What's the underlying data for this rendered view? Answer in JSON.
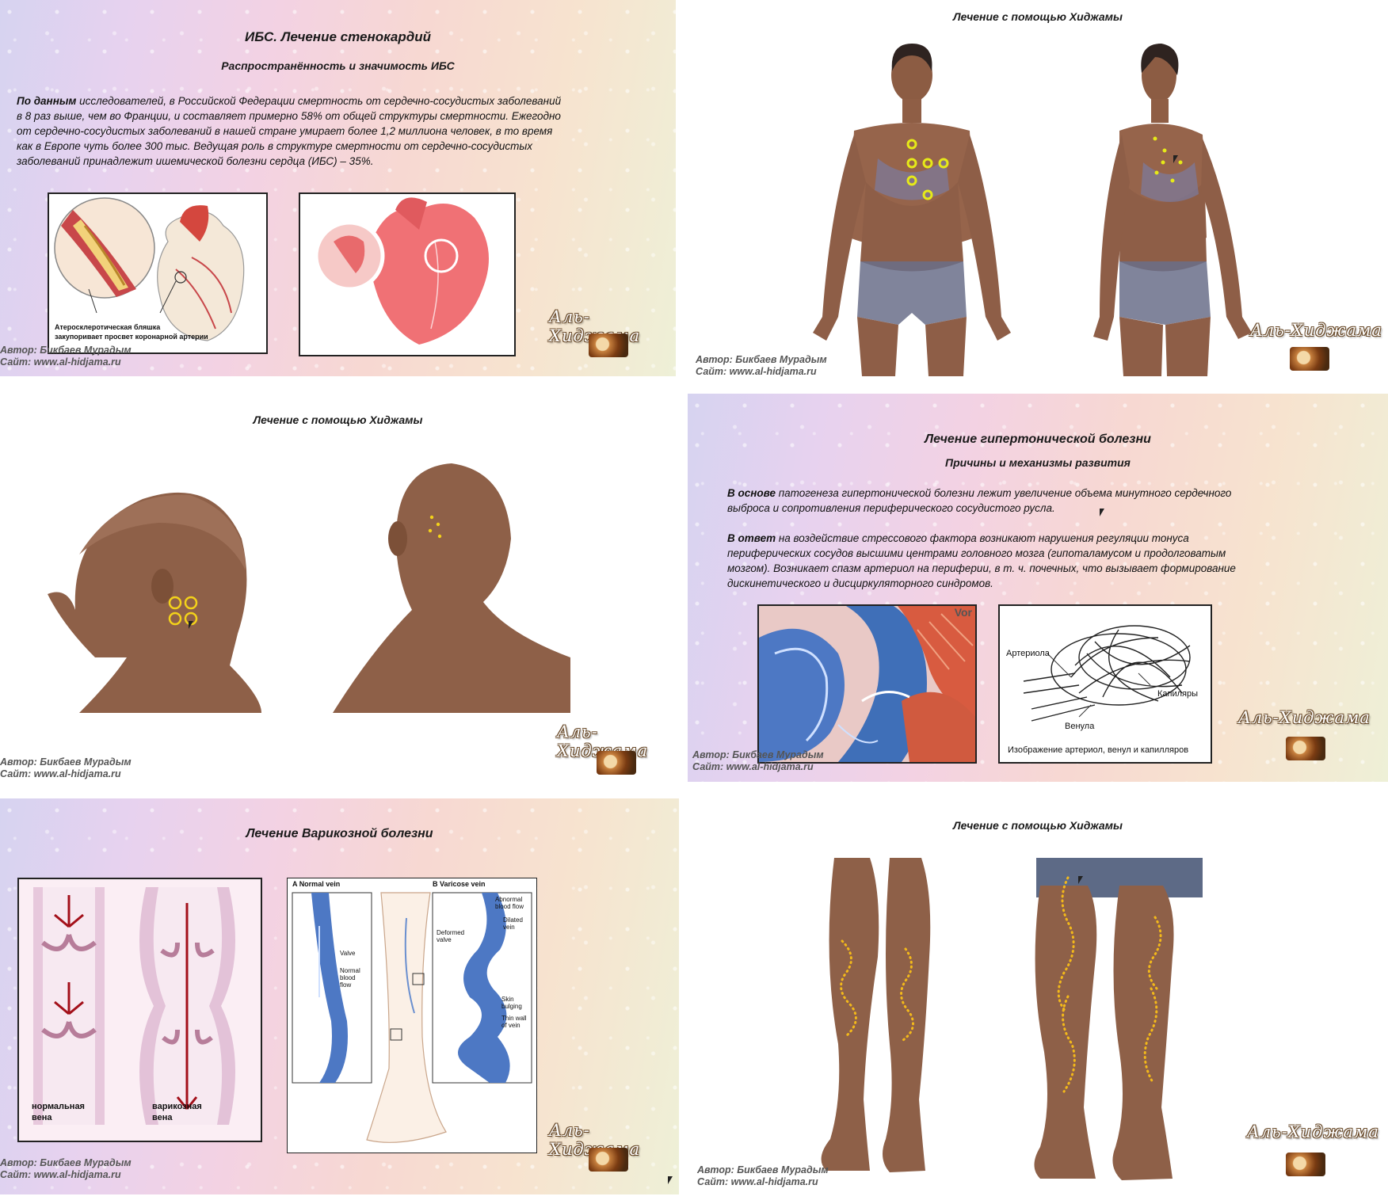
{
  "slide1": {
    "title": "ИБС. Лечение стенокардий",
    "subtitle": "Распространённость и значимость ИБС",
    "para_lead": "По данным",
    "para_rest_1": " исследователей, в Российской Федерации смертность от сердечно-сосудистых заболеваний",
    "para_line_2": "в 8 раз выше, чем во Франции, и составляет примерно 58% от общей структуры смертности. Ежегодно",
    "para_line_3": "от сердечно-сосудистых заболеваний в нашей стране умирает более 1,2 миллиона человек, в то время",
    "para_line_4": "как в Европе чуть более 300 тыс. Ведущая роль в структуре смертности от сердечно-сосудистых",
    "para_line_5": "заболеваний принадлежит ишемической болезни сердца (ИБС) – 35%.",
    "caption_line_1": "Атеросклеротическая бляшка",
    "caption_line_2": "закупоривает просвет коронарной артерии",
    "author": "Автор: Бикбаев Мурадым",
    "site": "Сайт: www.al-hidjama.ru",
    "logo": "Аль-Хиджама"
  },
  "slide2": {
    "title": "Лечение с помощью Хиджамы",
    "author": "Автор: Бикбаев Мурадым",
    "site": "Сайт: www.al-hidjama.ru",
    "logo": "Аль-Хиджама"
  },
  "slide3": {
    "title": "Лечение с помощью Хиджамы",
    "author": "Автор: Бикбаев Мурадым",
    "site": "Сайт: www.al-hidjama.ru",
    "logo": "Аль-Хиджама"
  },
  "slide4": {
    "title": "Лечение гипертонической болезни",
    "subtitle": "Причины и механизмы развития",
    "p1_lead": "В основе",
    "p1_rest_1": " патогенеза гипертонической болезни лежит увеличение объема минутного сердечного",
    "p1_line_2": "выброса и сопротивления периферического сосудистого русла.",
    "p2_lead": "В ответ",
    "p2_rest_1": " на воздействие стрессового фактора возникают нарушения регуляции тонуса",
    "p2_line_2": "периферических сосудов высшими центрами головного мозга (гипоталамусом и продолговатым",
    "p2_line_3": "мозгом). Возникает спазм артериол на периферии, в т. ч. почечных, что вызывает формирование",
    "p2_line_4": "дискинетического и дисциркуляторного синдромов.",
    "label_arteriole": "Артериола",
    "label_capillaries": "Капиляры",
    "label_venule": "Венула",
    "caption": "Изображение артериол, венул и капилляров",
    "img_partial_text": "Vor",
    "author": "Автор: Бикбаев Мурадым",
    "site": "Сайт: www.al-hidjama.ru",
    "logo": "Аль-Хиджама"
  },
  "slide5": {
    "title": "Лечение Варикозной болезни",
    "label_normal_1": "нормальная",
    "label_normal_2": "вена",
    "label_varicose_1": "варикозная",
    "label_varicose_2": "вена",
    "tag_a": "A",
    "tag_normal_vein": "Normal vein",
    "tag_b": "B",
    "tag_varicose_vein": "Varicose vein",
    "lbl_valve": "Valve",
    "lbl_normal_blood_flow_1": "Normal",
    "lbl_normal_blood_flow_2": "blood",
    "lbl_normal_blood_flow_3": "flow",
    "lbl_abnormal_1": "Abnormal",
    "lbl_abnormal_2": "blood flow",
    "lbl_dilated_1": "Dilated",
    "lbl_dilated_2": "vein",
    "lbl_deformed_1": "Deformed",
    "lbl_deformed_2": "valve",
    "lbl_skin_1": "Skin",
    "lbl_skin_2": "bulging",
    "lbl_thin_1": "Thin wall",
    "lbl_thin_2": "of vein",
    "author": "Автор: Бикбаев Мурадым",
    "site": "Сайт: www.al-hidjama.ru",
    "logo": "Аль-Хиджама"
  },
  "slide6": {
    "title": "Лечение с помощью Хиджамы",
    "author": "Автор: Бикбаев Мурадым",
    "site": "Сайт: www.al-hidjama.ru",
    "logo": "Аль-Хиджама"
  },
  "colors": {
    "skin": "#9c6c52",
    "marker_yellow": "#f2c21a",
    "heart_red": "#e8474c",
    "vein_blue": "#4d78c4"
  }
}
